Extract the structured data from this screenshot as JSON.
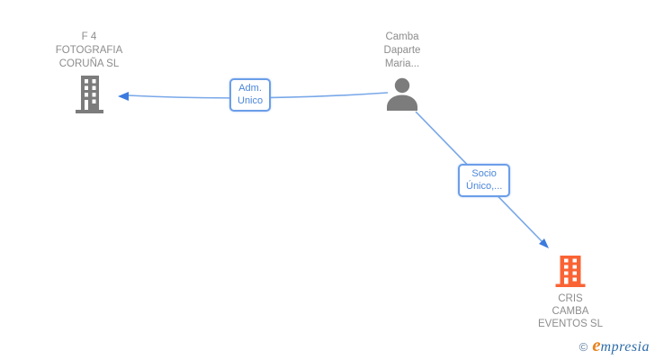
{
  "colors": {
    "gray-text": "#8D8D8D",
    "gray-icon": "#7C7C7C",
    "orange-icon": "#FA6334",
    "line-blue": "#79A8E8",
    "arrow-blue": "#3C7BDE",
    "label-border": "#6B9EE8",
    "label-text": "#4B86DA",
    "logo-copyright": "#5F7F9E",
    "logo-orange": "#E8821E",
    "logo-blue": "#2F6DA8"
  },
  "diagram": {
    "nodes": {
      "f4": {
        "type": "company",
        "icon": "building-icon",
        "name_lines": [
          "F 4",
          "FOTOGRAFIA",
          "CORUÑA SL"
        ]
      },
      "person": {
        "type": "person",
        "icon": "person-icon",
        "name_lines": [
          "Camba",
          "Daparte",
          "Maria..."
        ]
      },
      "cris": {
        "type": "company",
        "icon": "building-icon",
        "name_lines": [
          "CRIS",
          "CAMBA",
          "EVENTOS SL"
        ]
      }
    },
    "edges": [
      {
        "from": "person",
        "to": "f4",
        "label_lines": [
          "Adm.",
          "Unico"
        ]
      },
      {
        "from": "person",
        "to": "cris",
        "label_lines": [
          "Socio",
          "Único,..."
        ]
      }
    ]
  },
  "logo": {
    "copyright": "©",
    "brand_initial": "e",
    "brand_rest": "mpresia"
  }
}
